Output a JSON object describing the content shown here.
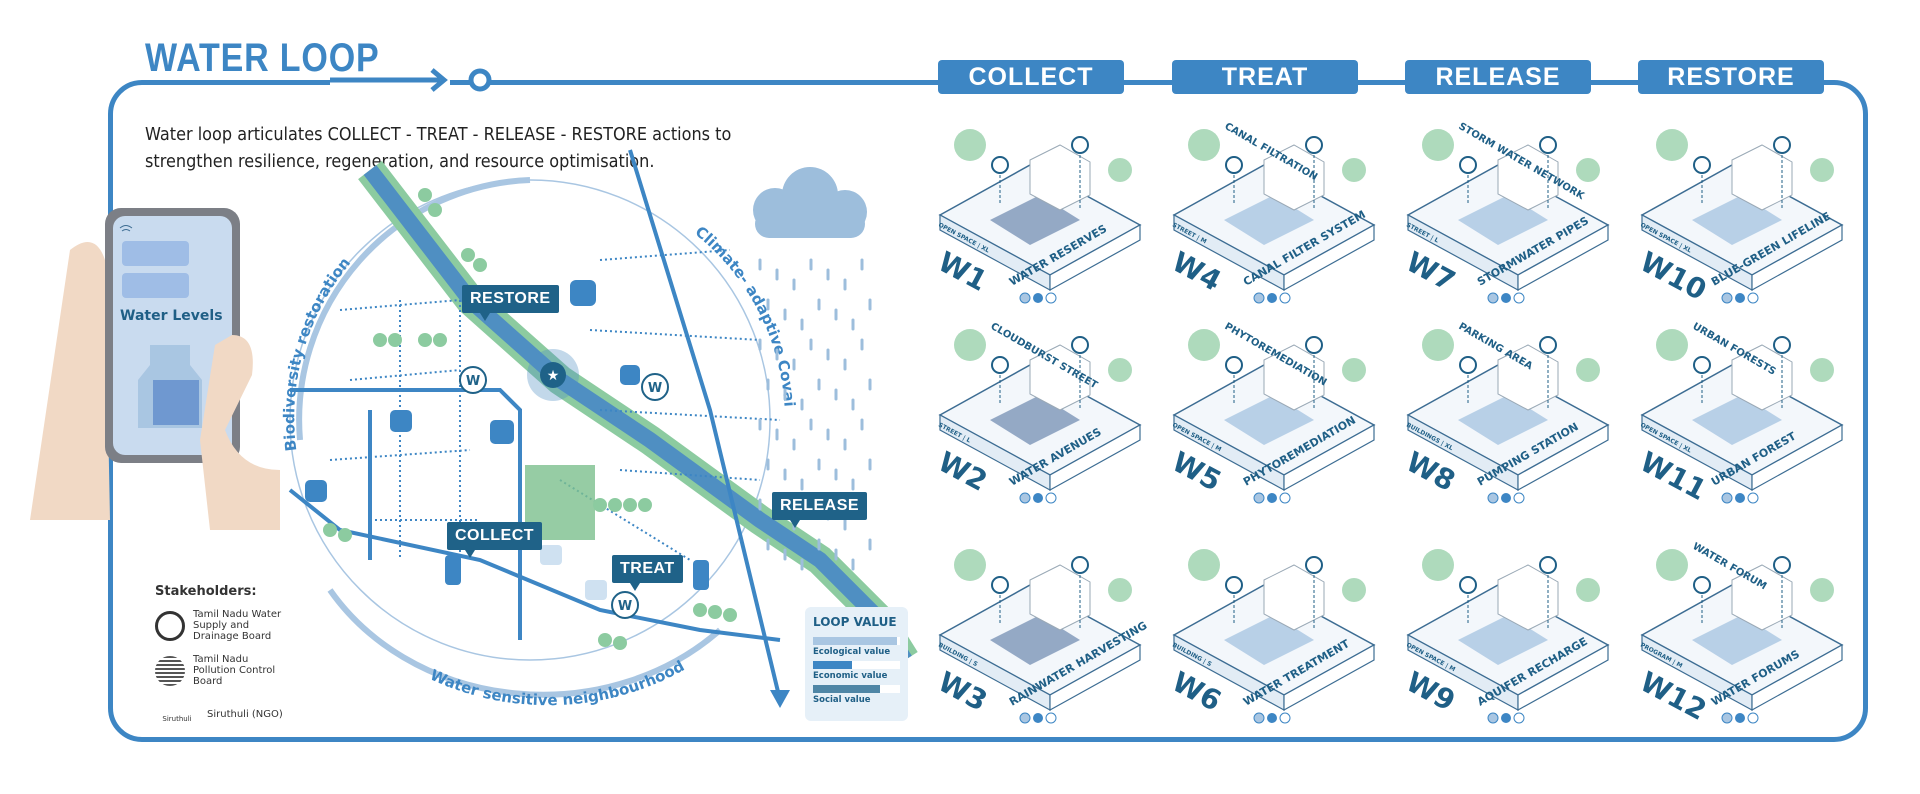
{
  "title": "WATER LOOP",
  "intro": "Water loop articulates  COLLECT - TREAT - RELEASE - RESTORE actions to strengthen resilience, regeneration, and resource optimisation.",
  "tabs": [
    "COLLECT",
    "TREAT",
    "RELEASE",
    "RESTORE"
  ],
  "colors": {
    "primary": "#3d86c4",
    "dark": "#1f6288",
    "green": "#8ccba0",
    "light": "#cfe1f1"
  },
  "phone": {
    "label": "Water Levels",
    "icons": [
      "wifi-icon",
      "water-bottle-icon"
    ]
  },
  "map": {
    "arcs": {
      "top_left": "Biodiversity restoration",
      "right": "Climate- adaptive Covai",
      "bottom": "Water sensitive neighbourhood"
    },
    "callouts": {
      "restore": "RESTORE",
      "collect": "COLLECT",
      "treat": "TREAT",
      "release": "RELEASE"
    },
    "well_marker": "W"
  },
  "stakeholders": {
    "heading": "Stakeholders:",
    "items": [
      "Tamil Nadu Water Supply and Drainage Board",
      "Tamil Nadu Pollution Control Board",
      "Siruthuli (NGO)"
    ],
    "logo_text": "Siruthuli"
  },
  "loop_value": {
    "heading": "LOOP VALUE",
    "items": [
      {
        "label": "Ecological value",
        "level": 0.97,
        "color": "#a9c6e2"
      },
      {
        "label": "Economic value",
        "level": 0.45,
        "color": "#3d86c4"
      },
      {
        "label": "Social value",
        "level": 0.77,
        "color": "#4f86a6"
      }
    ]
  },
  "tiles": [
    {
      "code": "W1",
      "category": "OPEN SPACE | XL",
      "name": "WATER RESERVES",
      "inner": ""
    },
    {
      "code": "W4",
      "category": "STREET | M",
      "name": "CANAL FILTER SYSTEM",
      "inner": "CANAL FILTRATION"
    },
    {
      "code": "W7",
      "category": "STREET | L",
      "name": "STORMWATER PIPES",
      "inner": "STORM WATER NETWORK"
    },
    {
      "code": "W10",
      "category": "OPEN SPACE | XL",
      "name": "BLUE-GREEN LIFELINE",
      "inner": ""
    },
    {
      "code": "W2",
      "category": "STREET | L",
      "name": "WATER AVENUES",
      "inner": "CLOUDBURST STREET"
    },
    {
      "code": "W5",
      "category": "OPEN SPACE | M",
      "name": "PHYTOREMEDIATION",
      "inner": "PHYTOREMEDIATION"
    },
    {
      "code": "W8",
      "category": "BUILDINGS | XL",
      "name": "PUMPING STATION",
      "inner": "PARKING AREA"
    },
    {
      "code": "W11",
      "category": "OPEN SPACE | XL",
      "name": "URBAN FOREST",
      "inner": "URBAN FORESTS"
    },
    {
      "code": "W3",
      "category": "BUILDING | S",
      "name": "RAINWATER HARVESTING",
      "inner": ""
    },
    {
      "code": "W6",
      "category": "BUILDING | S",
      "name": "WATER TREATMENT",
      "inner": ""
    },
    {
      "code": "W9",
      "category": "OPEN SPACE | M",
      "name": "AQUIFER RECHARGE",
      "inner": ""
    },
    {
      "code": "W12",
      "category": "PROGRAM | M",
      "name": "WATER FORUMS",
      "inner": "WATER FORUM"
    }
  ]
}
